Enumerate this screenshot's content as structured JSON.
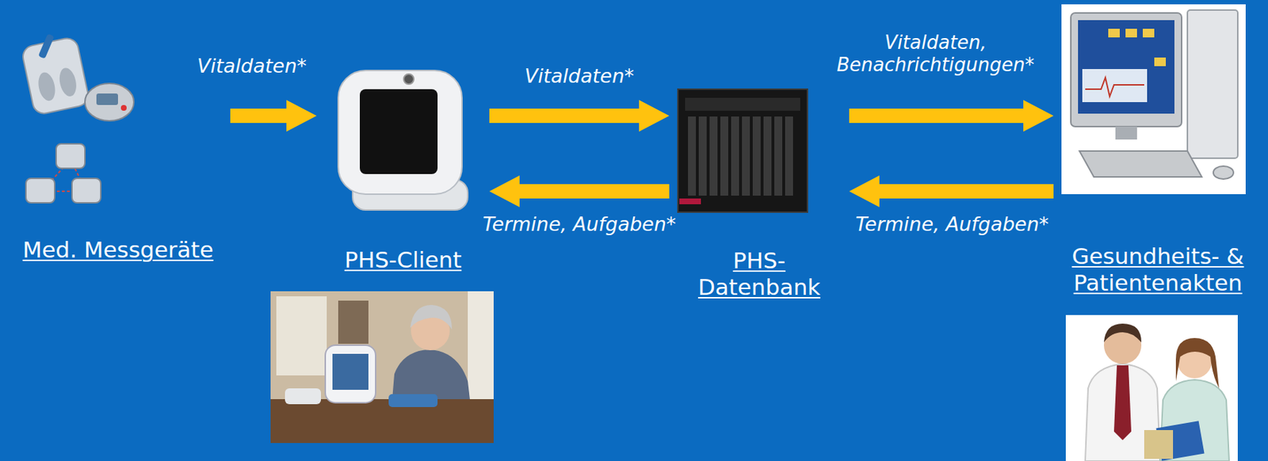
{
  "diagram": {
    "nodes": [
      {
        "text": [
          "Med. Messgeräte"
        ]
      },
      {
        "text": [
          "PHS-Client"
        ]
      },
      {
        "text": [
          "PHS- Datenbank"
        ]
      },
      {
        "text": [
          "Gesundheits- & Patientenakten"
        ]
      }
    ],
    "edges": [
      {
        "from": 0,
        "to": 1,
        "label": "Vitaldaten*",
        "arrow": "to"
      },
      {
        "from": 1,
        "to": 2,
        "label": "Vitaldaten*",
        "arrow": "to"
      },
      {
        "from": 2,
        "to": 1,
        "label": "Termine, Aufgaben*",
        "arrow": "to"
      },
      {
        "from": 2,
        "to": 3,
        "label": "Vitaldaten, Benachrichtigungen*",
        "arrow": "to"
      },
      {
        "from": 3,
        "to": 2,
        "label": "Termine, Aufgaben*",
        "arrow": "to"
      }
    ]
  }
}
